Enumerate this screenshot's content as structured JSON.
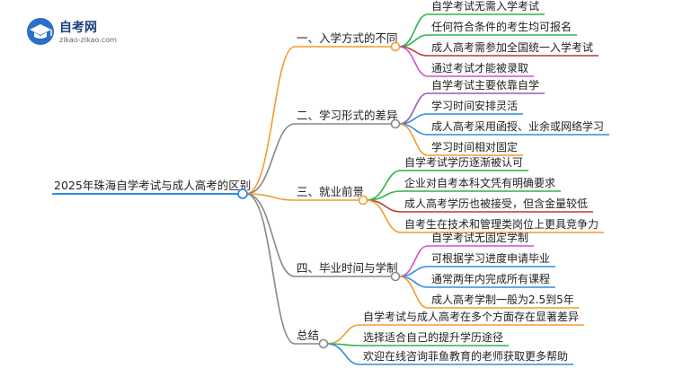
{
  "logo": {
    "title": "自考网",
    "url_text": "zikao-zikao.com"
  },
  "root": {
    "label": "2025年珠海自学考试与成人高考的区别"
  },
  "branches": [
    {
      "label": "一、入学方式的不同",
      "color": "#f39c2b",
      "leaves": [
        {
          "label": "自学考试无需入学考试",
          "color": "#2fb34c"
        },
        {
          "label": "任何符合条件的考生均可报名",
          "color": "#2fb34c"
        },
        {
          "label": "成人高考需参加全国统一入学考试",
          "color": "#b83a2e"
        },
        {
          "label": "通过考试才能被录取",
          "color": "#d64fd1"
        }
      ]
    },
    {
      "label": "二、学习形式的差异",
      "color": "#888888",
      "leaves": [
        {
          "label": "自学考试主要依靠自学",
          "color": "#9b59b6"
        },
        {
          "label": "学习时间安排灵活",
          "color": "#2d8de0"
        },
        {
          "label": "成人高考采用函授、业余或网络学习",
          "color": "#2d8de0"
        },
        {
          "label": "学习时间相对固定",
          "color": "#f39c2b"
        }
      ]
    },
    {
      "label": "三、就业前景",
      "color": "#f39c2b",
      "leaves": [
        {
          "label": "自学考试学历逐渐被认可",
          "color": "#2fb34c"
        },
        {
          "label": "企业对自考本科文凭有明确要求",
          "color": "#2fb34c"
        },
        {
          "label": "成人高考学历也被接受，但含金量较低",
          "color": "#b83a2e"
        },
        {
          "label": "自考生在技术和管理类岗位上更具竞争力",
          "color": "#f39c2b"
        }
      ]
    },
    {
      "label": "四、毕业时间与学制",
      "color": "#888888",
      "leaves": [
        {
          "label": "自学考试无固定学制",
          "color": "#d64fd1"
        },
        {
          "label": "可根据学习进度申请毕业",
          "color": "#2d8de0"
        },
        {
          "label": "通常两年内完成所有课程",
          "color": "#2d8de0"
        },
        {
          "label": "成人高考学制一般为2.5到5年",
          "color": "#f39c2b"
        }
      ]
    },
    {
      "label": "总结",
      "color": "#888888",
      "leaves": [
        {
          "label": "自学考试与成人高考在多个方面存在显著差异",
          "color": "#f39c2b"
        },
        {
          "label": "选择适合自己的提升学历途径",
          "color": "#2fb34c"
        },
        {
          "label": "欢迎在线咨询菲鱼教育的老师获取更多帮助",
          "color": "#2d8de0"
        }
      ]
    }
  ]
}
